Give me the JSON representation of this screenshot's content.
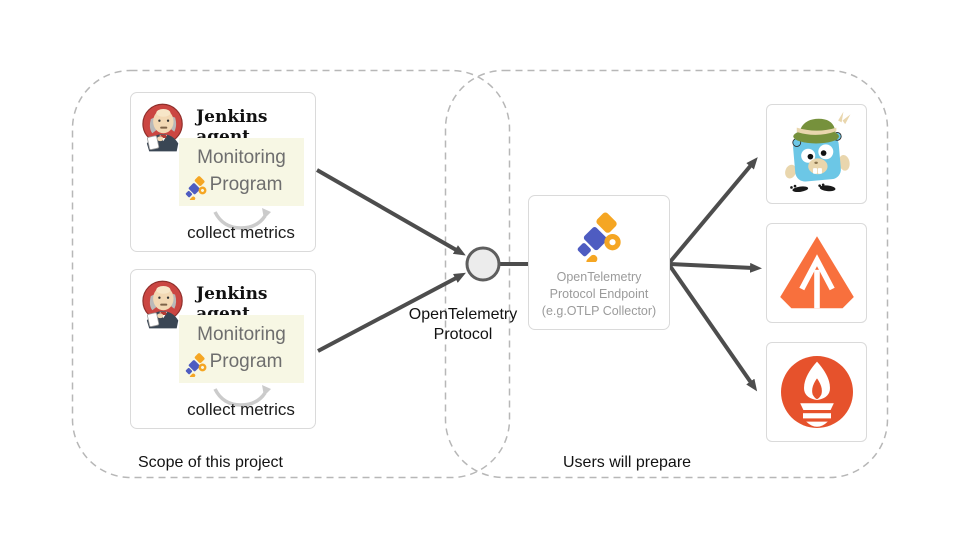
{
  "colors": {
    "arrow": "#4d4d4d",
    "dashed_border": "#b7b7b7",
    "card_border": "#dadada",
    "program_bg": "#f7f7e4",
    "program_text": "#6e6e6e",
    "endpoint_text": "#9b9b9b",
    "label_text": "#121212",
    "otel_blue": "#4e5cc1",
    "otel_orange": "#f5a623",
    "loop_arrow": "#cbcbcb",
    "node_fill": "#ececec",
    "node_stroke": "#5e5e5e",
    "jenkins_red": "#cb4642",
    "jaeger_body": "#6cc7e6",
    "jaeger_hat": "#76913c",
    "jaeger_tan": "#e9d6ad",
    "zipkin_orange": "#f8703d",
    "prometheus_orange": "#e6522c"
  },
  "groups": {
    "scope_label": "Scope of this project",
    "users_label": "Users will prepare"
  },
  "agents": [
    {
      "title": "Jenkins agent",
      "program_line1": "Monitoring",
      "program_line2": "Program",
      "collect_label": "collect metrics"
    },
    {
      "title": "Jenkins agent",
      "program_line1": "Monitoring",
      "program_line2": "Program",
      "collect_label": "collect metrics"
    }
  ],
  "connector": {
    "line1": "OpenTelemetry",
    "line2": "Protocol"
  },
  "endpoint": {
    "line1": "OpenTelemetry",
    "line2": "Protocol Endpoint",
    "line3": "(e.g.OTLP Collector)",
    "icon": "opentelemetry-telescope-icon"
  },
  "backends": [
    {
      "icon": "jaeger-logo"
    },
    {
      "icon": "zipkin-logo"
    },
    {
      "icon": "prometheus-logo"
    }
  ]
}
